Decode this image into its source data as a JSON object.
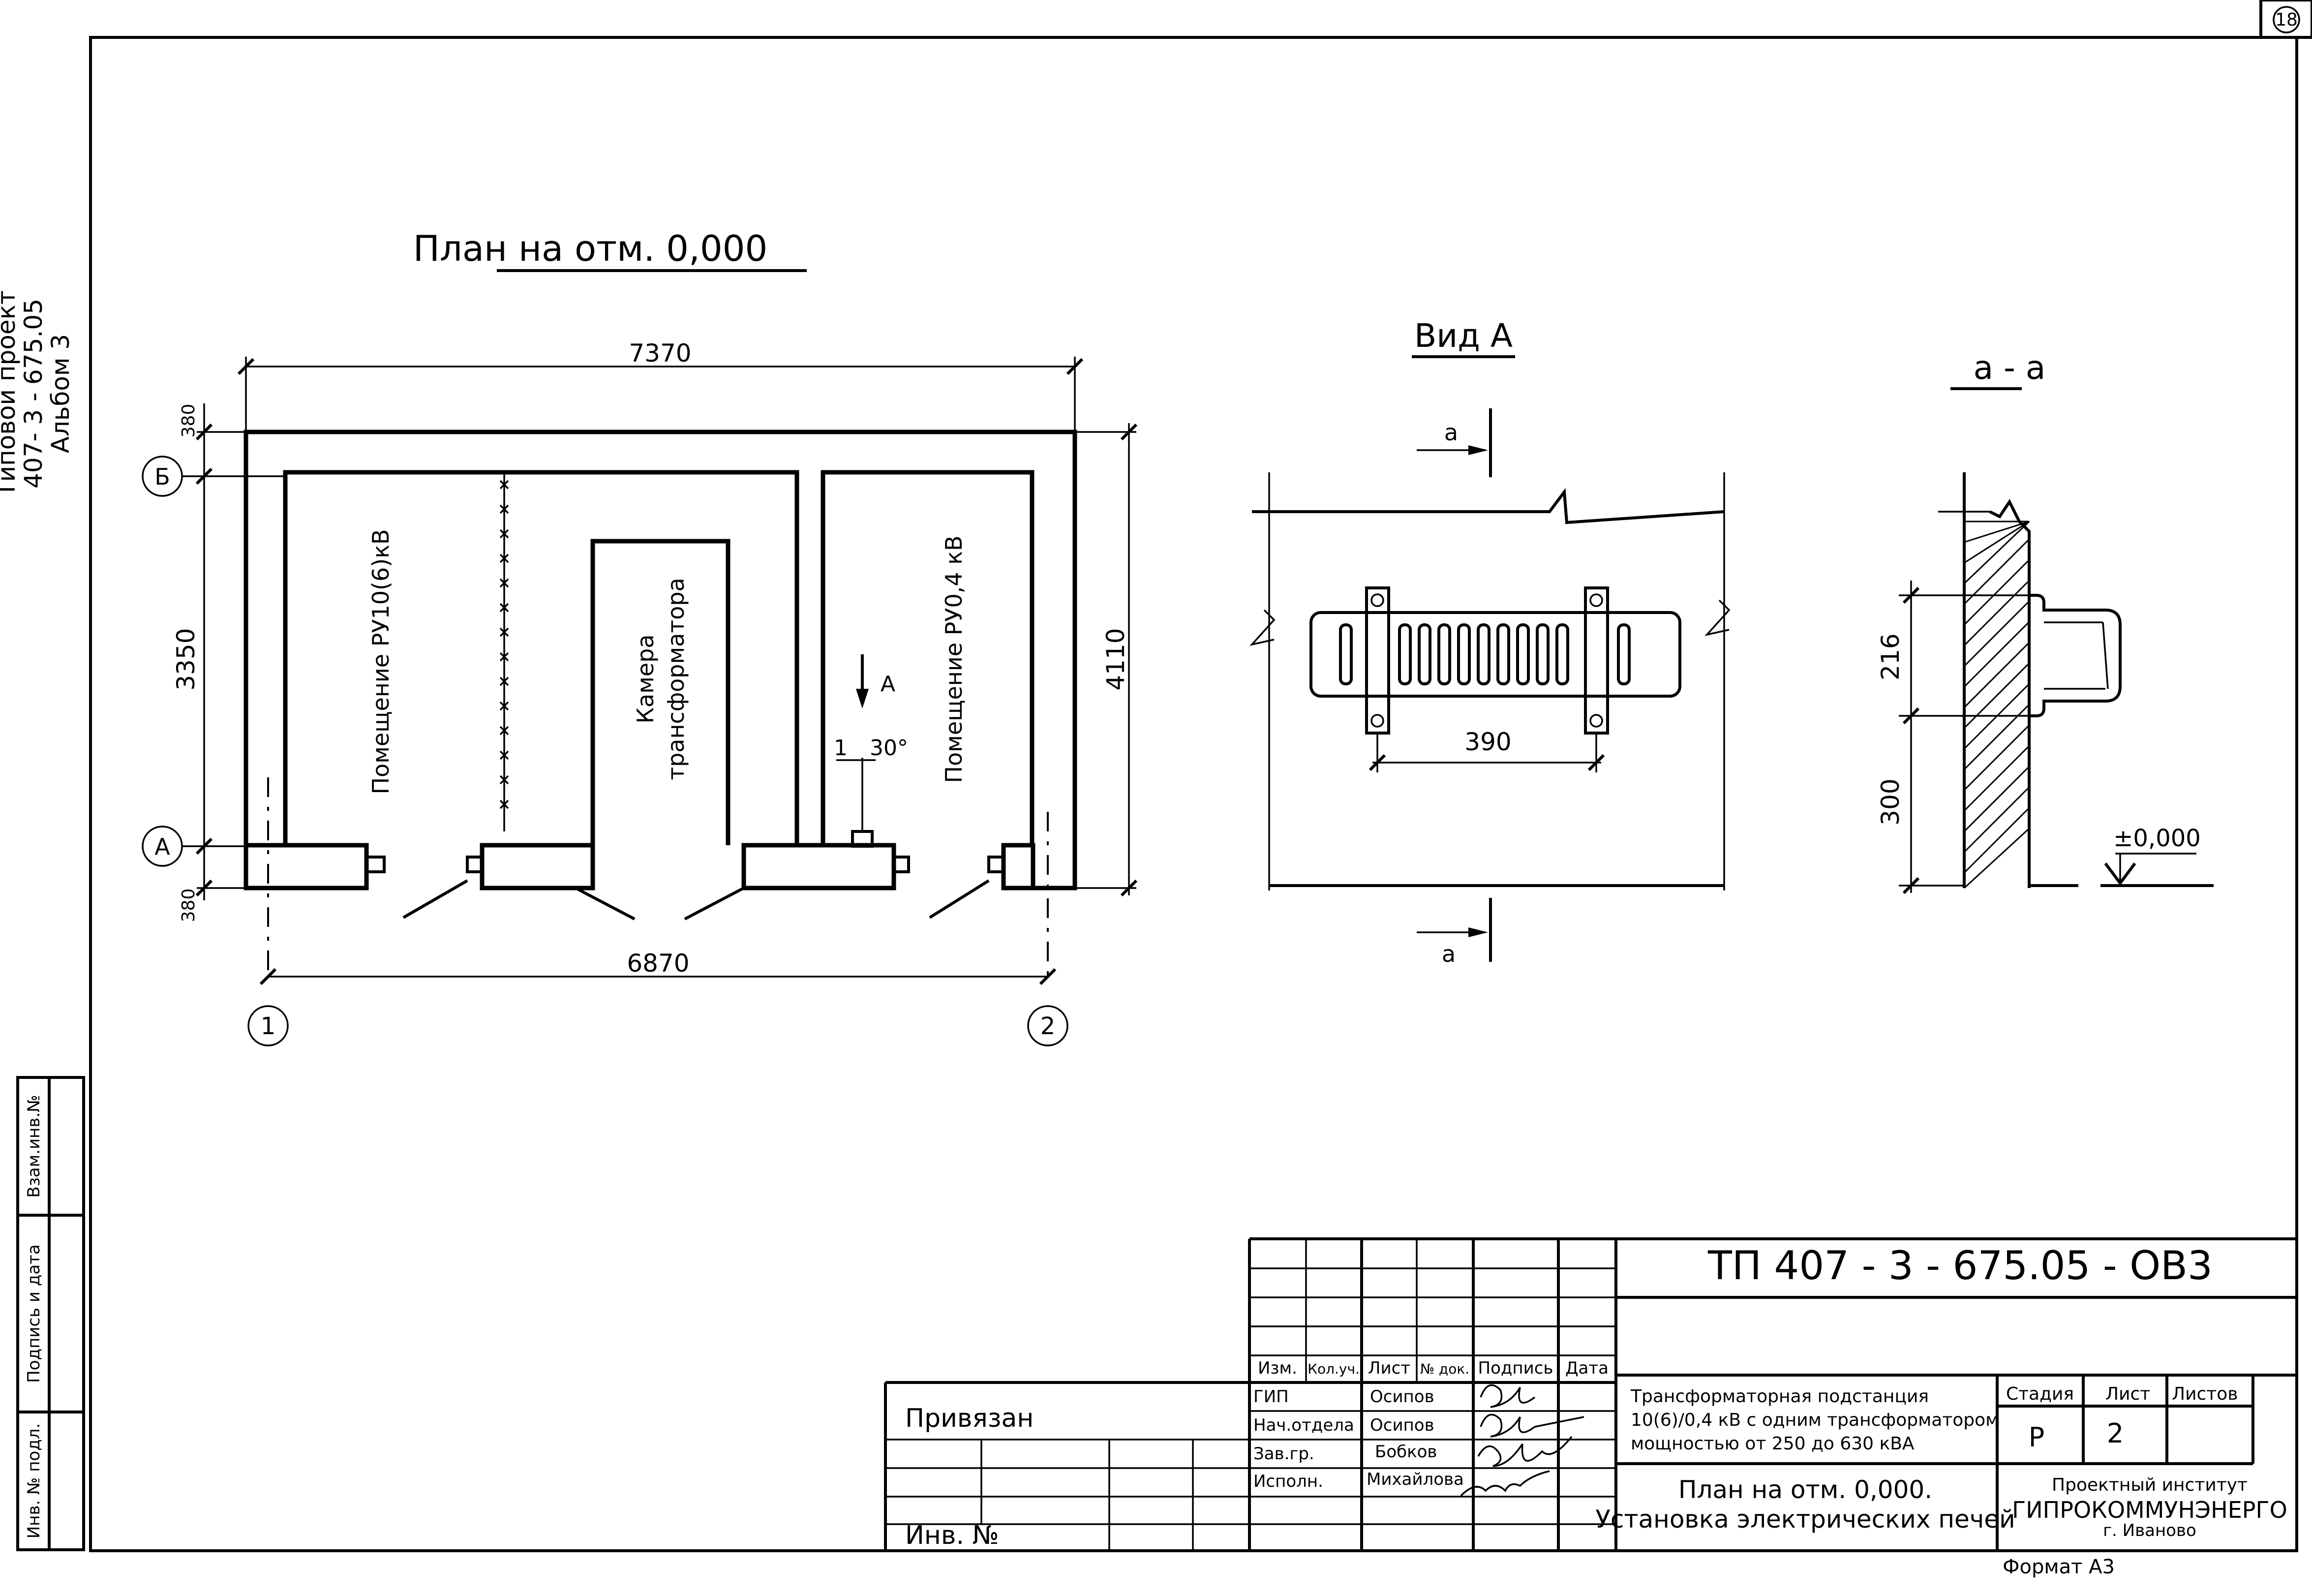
{
  "sheet": {
    "number": "18",
    "side_project": "Типовой проект",
    "side_code": "407- 3 - 675.05",
    "side_album": "Альбом 3"
  },
  "plan": {
    "title": "План на отм. 0,000",
    "dim_total_width": "7370",
    "dim_axis_width": "6870",
    "dim_top_wall": "380",
    "dim_bottom_wall": "380",
    "dim_inner_height": "3350",
    "dim_total_height": "4110",
    "axis_a": "А",
    "axis_b": "Б",
    "axis_1": "1",
    "axis_2": "2",
    "room_ru10": "Помещение РУ10(6)кВ",
    "room_camera_line1": "Камера",
    "room_camera_line2": "трансформатора",
    "room_ru04": "Помещение   РУ0,4 кВ",
    "view_mark": "А",
    "slope_num": "1",
    "slope_angle": "30°"
  },
  "view_a": {
    "title": "Вид А",
    "section_mark_top": "а",
    "section_mark_bottom": "а",
    "dim_390": "390"
  },
  "section": {
    "title": "а - а",
    "dim_216": "216",
    "dim_300": "300",
    "level": "±0,000"
  },
  "side_stamp": {
    "col1": "Взам.инв.№",
    "col2": "Подпись и дата",
    "col3": "Инв. №  подл."
  },
  "title_block": {
    "doc_code": "ТП   407 - 3 - 675.05 - ОВ3",
    "privyazan": "Привязан",
    "inv_no": "Инв. №",
    "hdr_izm": "Изм.",
    "hdr_kol": "Кол.уч.",
    "hdr_list": "Лист",
    "hdr_ndok": "№ док.",
    "hdr_podpis": "Подпись",
    "hdr_data": "Дата",
    "rows": [
      {
        "role": "ГИП",
        "name": "Осипов"
      },
      {
        "role": "Нач.отдела",
        "name": "Осипов"
      },
      {
        "role": "Зав.гр.",
        "name": "Бобков"
      },
      {
        "role": "Исполн.",
        "name": "Михайлова"
      }
    ],
    "object_line1": "Трансформаторная подстанция",
    "object_line2": "10(6)/0,4 кВ с одним трансформатором",
    "object_line3": "мощностью от 250 до 630 кВА",
    "sheet_title_line1": "План на отм. 0,000.",
    "sheet_title_line2": "Установка электрических печей",
    "hdr_stadia": "Стадия",
    "hdr_sheet": "Лист",
    "hdr_sheets": "Листов",
    "stadia": "Р",
    "sheet_no": "2",
    "org_line1": "Проектный институт",
    "org_line2": "ГИПРОКОММУНЭНЕРГО",
    "org_line3": "г. Иваново",
    "format": "Формат А3"
  }
}
